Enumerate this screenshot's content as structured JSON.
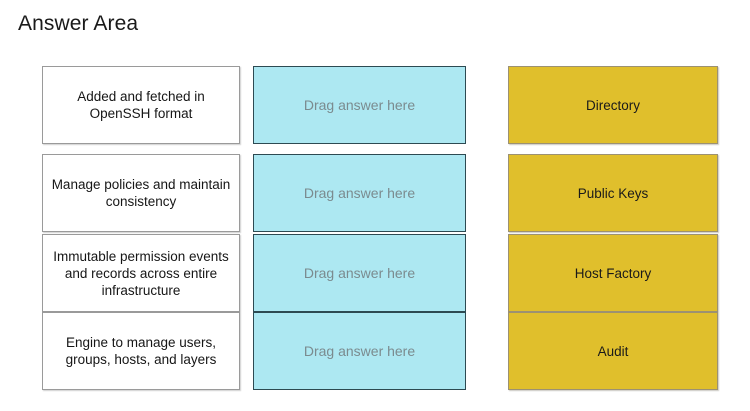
{
  "page": {
    "title": "Answer Area",
    "background_color": "#ffffff"
  },
  "colors": {
    "drop_zone_fill": "#ade8f2",
    "drop_zone_border": "#2d4a52",
    "answer_tile_fill": "#e0bf2c",
    "answer_tile_border": "#9c9172",
    "prompt_border": "#9a9a9a",
    "placeholder_text": "#7b8b8f",
    "body_text": "#161616"
  },
  "columns": {
    "prompts_label": "prompts",
    "drop_zones_label": "drop-zones",
    "answers_label": "answer-choices"
  },
  "rows": [
    {
      "prompt": "Added and fetched in\nOpenSSH format",
      "drop_placeholder": "Drag answer here",
      "answer": "Directory"
    },
    {
      "prompt": "Manage policies and maintain\nconsistency",
      "drop_placeholder": "Drag answer here",
      "answer": "Public Keys"
    },
    {
      "prompt": "Immutable permission events\nand records across entire\ninfrastructure",
      "drop_placeholder": "Drag answer here",
      "answer": "Host Factory"
    },
    {
      "prompt": "Engine to manage users,\ngroups, hosts, and layers",
      "drop_placeholder": "Drag answer here",
      "answer": "Audit"
    }
  ]
}
